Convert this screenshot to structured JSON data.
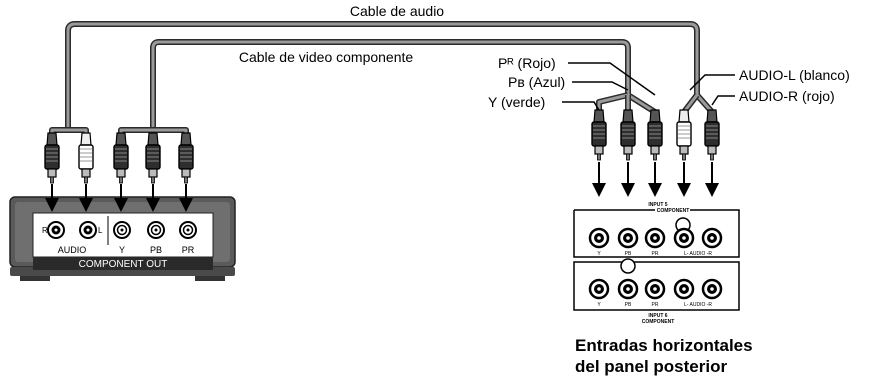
{
  "labels": {
    "audio_cable": "Cable de audio",
    "video_cable": "Cable de video componente",
    "pr_red": "Pᴿ (Rojo)",
    "pb_blue": "Pʙ (Azul)",
    "y_green": "Y (verde)",
    "audio_l_white": "AUDIO-L (blanco)",
    "audio_r_red": "AUDIO-R (rojo)"
  },
  "device": {
    "audio_label": "AUDIO",
    "jack_r": "R",
    "jack_l": "L",
    "jack_y": "Y",
    "jack_pb": "PB",
    "jack_pr": "PR",
    "component_out": "COMPONENT OUT"
  },
  "tv_panel": {
    "input5_line1": "INPUT 5",
    "input5_line2": "COMPONENT",
    "input6_line1": "INPUT 6",
    "input6_line2": "COMPONENT",
    "y": "Y",
    "pb": "PB",
    "pr": "PR",
    "audio": "L- AUDIO -R",
    "caption_line1": "Entradas horizontales",
    "caption_line2": "del panel posterior"
  }
}
